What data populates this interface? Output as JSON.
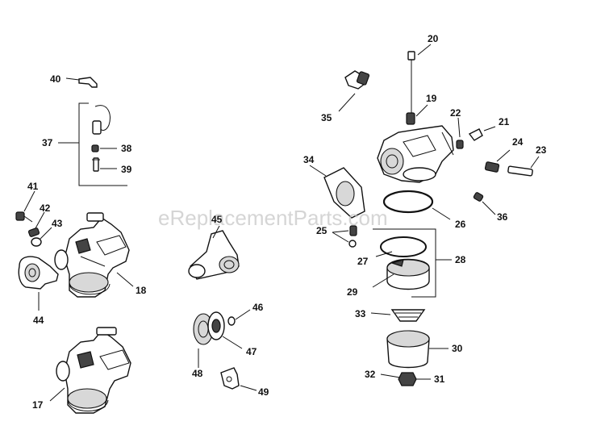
{
  "watermark": "eReplacementParts.com",
  "callouts": {
    "c17": "17",
    "c18": "18",
    "c19": "19",
    "c20": "20",
    "c21": "21",
    "c22": "22",
    "c23": "23",
    "c24": "24",
    "c25": "25",
    "c26": "26",
    "c27": "27",
    "c28": "28",
    "c29": "29",
    "c30": "30",
    "c31": "31",
    "c32": "32",
    "c33": "33",
    "c34": "34",
    "c35": "35",
    "c36": "36",
    "c37": "37",
    "c38": "38",
    "c39": "39",
    "c40": "40",
    "c41": "41",
    "c42": "42",
    "c43": "43",
    "c44": "44",
    "c45": "45",
    "c46": "46",
    "c47": "47",
    "c48": "48",
    "c49": "49"
  }
}
